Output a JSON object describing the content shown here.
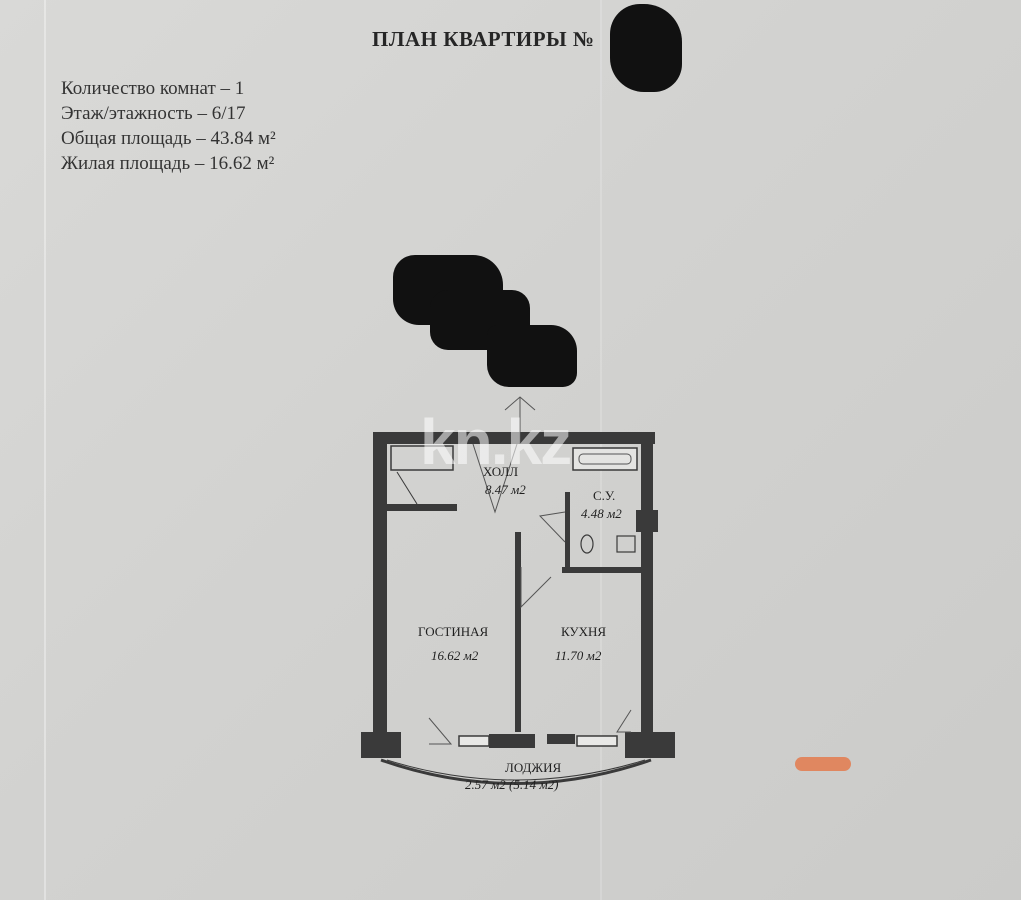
{
  "document": {
    "title": "ПЛАН КВАРТИРЫ №",
    "info": [
      {
        "text": "Количество комнат – 1"
      },
      {
        "text": "Этаж/этажность – 6/17"
      },
      {
        "text": "Общая площадь – 43.84 м²"
      },
      {
        "text": "Жилая площадь – 16.62 м²"
      }
    ]
  },
  "plan": {
    "rooms": {
      "hall": {
        "name": "ХОЛЛ",
        "area": "8.47 м2"
      },
      "bathroom": {
        "name": "С.У.",
        "area": "4.48 м2"
      },
      "living": {
        "name": "ГОСТИНАЯ",
        "area": "16.62 м2"
      },
      "kitchen": {
        "name": "КУХНЯ",
        "area": "11.70 м2"
      },
      "loggia": {
        "name": "ЛОДЖИЯ",
        "area": "2.57 м2 (5.14 м2)"
      }
    },
    "watermark": "kn.kz"
  }
}
